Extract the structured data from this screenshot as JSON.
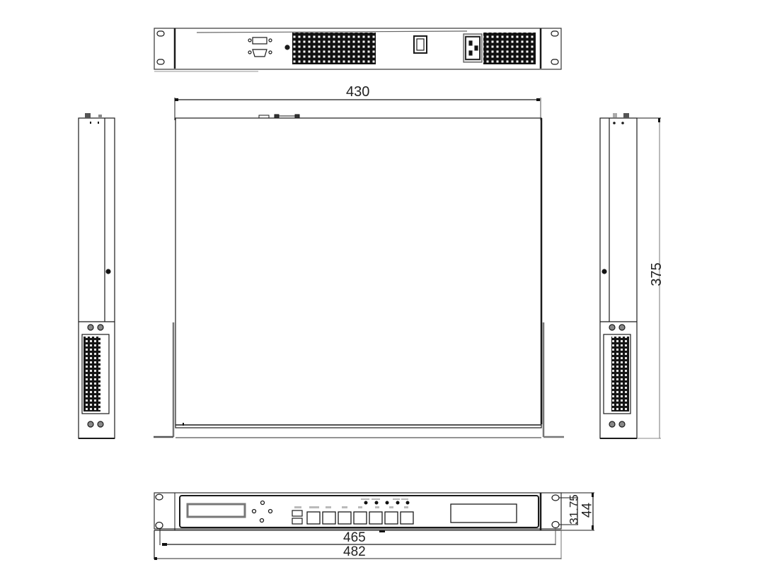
{
  "drawing": {
    "type": "orthographic-mechanical-drawing",
    "subject": "1U rackmount appliance",
    "units": "mm",
    "views": [
      {
        "name": "rear-view",
        "features": [
          "rack-ears",
          "serial-port",
          "vga-port",
          "ground-screw",
          "fan-vent-grille",
          "power-switch",
          "iec-c14-power-inlet",
          "psu-vent-grille"
        ]
      },
      {
        "name": "top-view",
        "features": [
          "chassis-outline",
          "rack-ears"
        ]
      },
      {
        "name": "left-side-view",
        "features": [
          "rack-ear-screws",
          "side-vent-grille"
        ]
      },
      {
        "name": "right-side-view",
        "features": [
          "rack-ear-screws",
          "side-vent-grille"
        ]
      },
      {
        "name": "front-view",
        "features": [
          "lcd-display",
          "navigation-buttons",
          "usb-ports",
          "8-rj45-ports",
          "status-leds",
          "blank-panel",
          "rack-ears"
        ]
      }
    ]
  },
  "dimensions": {
    "width_body": "430",
    "depth": "375",
    "mount_hole_spacing": "465",
    "overall_width": "482",
    "mount_hole_vertical": "31.75",
    "height": "44"
  },
  "colors": {
    "line": "#1a1a1a",
    "line_gray": "#7a7a7a",
    "background": "#ffffff",
    "vent_fill": "#111111"
  }
}
